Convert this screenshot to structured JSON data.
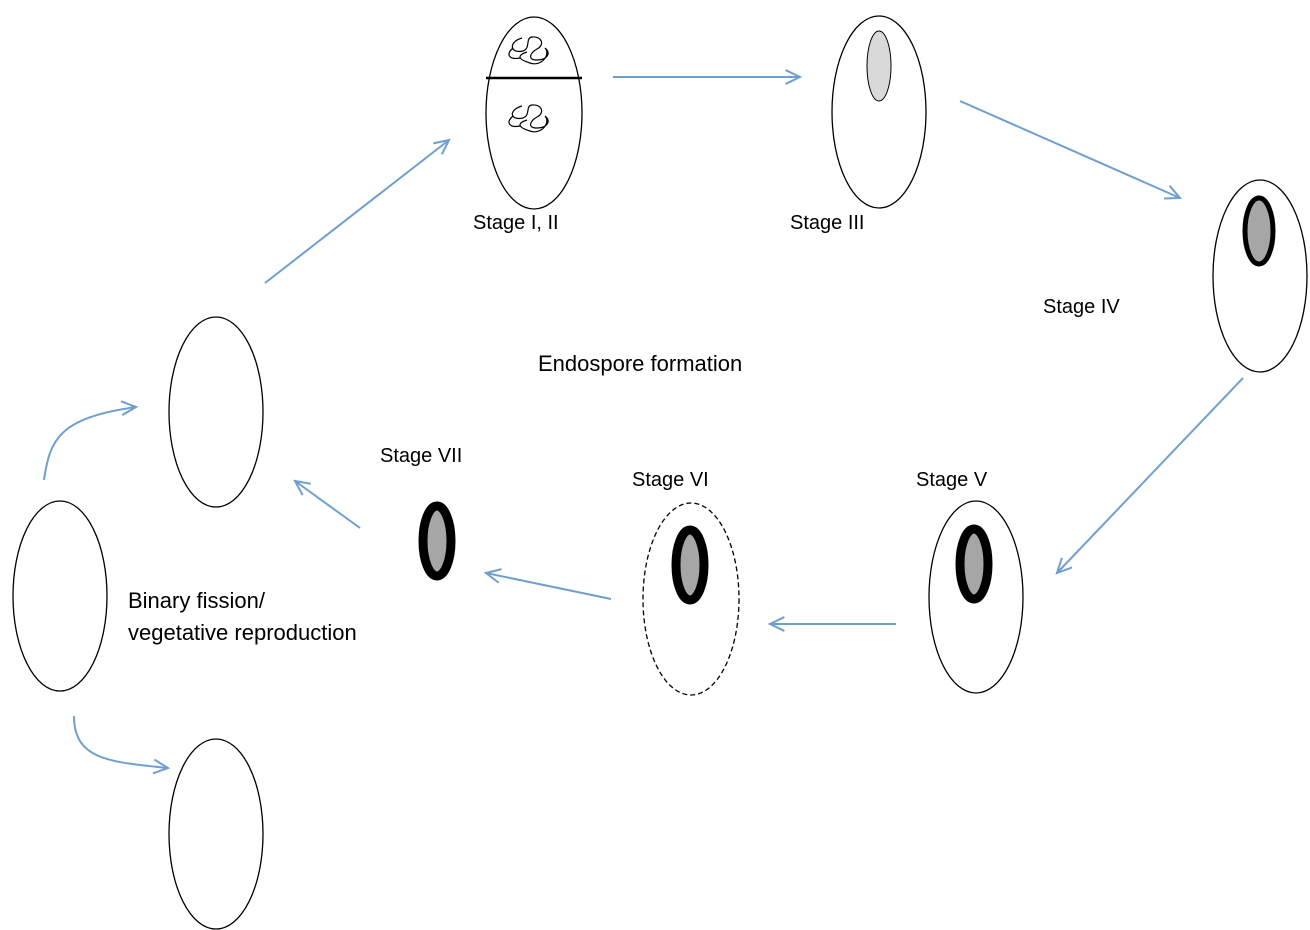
{
  "colors": {
    "arrow": "#6f9fd0",
    "cell_outline": "#000000",
    "cell_fill": "#ffffff",
    "forespore_fill": "#d9d9d9",
    "spore_core_fill": "#a6a6a6",
    "spore_coat": "#000000"
  },
  "labels": {
    "stage_1_2": "Stage I, II",
    "stage_3": "Stage III",
    "stage_4": "Stage IV",
    "stage_5": "Stage V",
    "stage_6": "Stage VI",
    "stage_7": "Stage VII",
    "center_title": "Endospore formation",
    "binary_fission_line1": "Binary fission/",
    "binary_fission_line2": "vegetative reproduction"
  }
}
